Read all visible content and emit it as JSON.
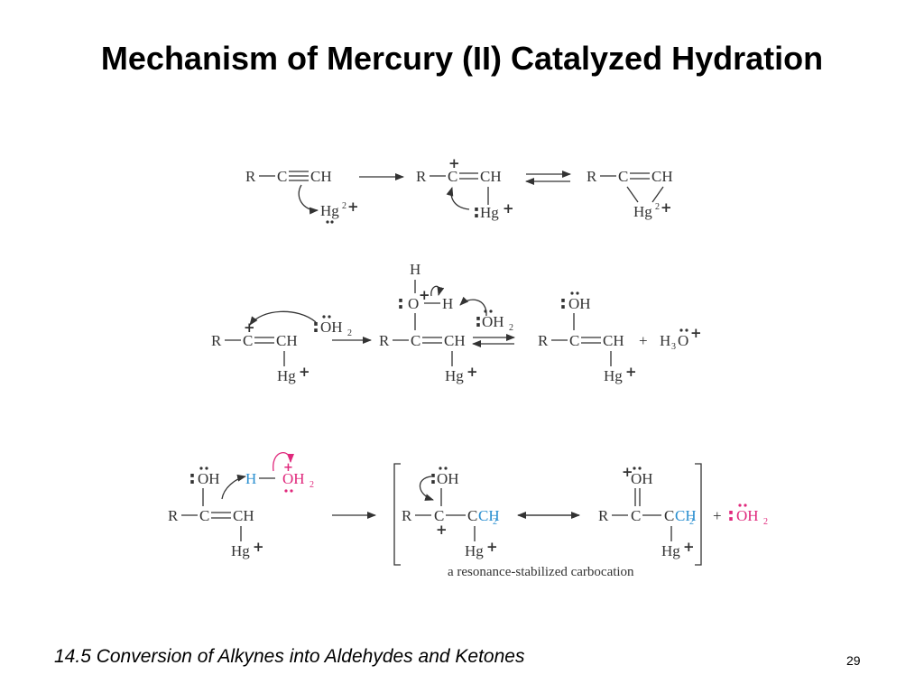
{
  "slide": {
    "title": "Mechanism of Mercury (II) Catalyzed Hydration",
    "footer": "14.5 Conversion of Alkynes into Aldehydes and Ketones",
    "page_number": "29"
  },
  "labels": {
    "r": "R",
    "c": "C",
    "ch": "CH",
    "ch2": "CH",
    "h": "H",
    "o": "O",
    "oh": "OH",
    "oh2": "OH",
    "hg": "Hg",
    "h3o": "H",
    "sub2": "2",
    "sub3": "3",
    "sup2": "2",
    "plus": "+",
    "caption": "a resonance-stabilized carbocation"
  },
  "colors": {
    "text": "#333333",
    "proton_blue": "#2a8fd0",
    "water_pink": "#e0287c"
  }
}
